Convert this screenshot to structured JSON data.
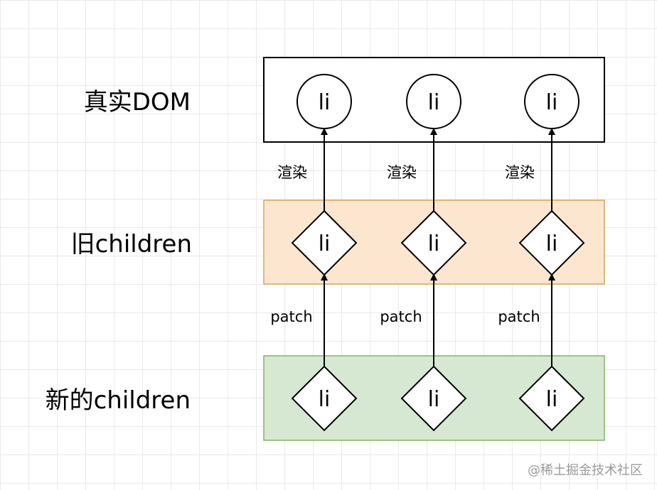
{
  "rows": {
    "real_dom": {
      "label": "真实DOM"
    },
    "old_children": {
      "label": "旧children",
      "fill": "#fce6d0",
      "stroke": "#d8a35a"
    },
    "new_children": {
      "label": "新的children",
      "fill": "#d6e8d2",
      "stroke": "#82b366"
    }
  },
  "node_label": "li",
  "edges": {
    "render_label": "渲染",
    "patch_label": "patch"
  },
  "watermark": "@稀土掘金技术社区"
}
